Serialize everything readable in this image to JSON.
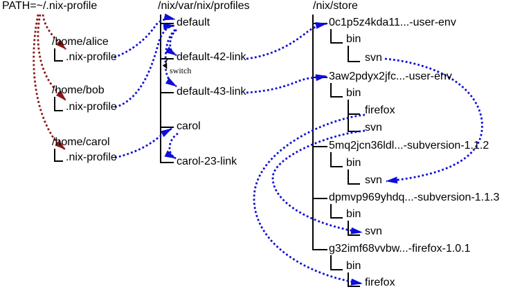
{
  "path_label": "PATH=~/.nix-profile",
  "profiles_root": "/nix/var/nix/profiles",
  "store_root": "/nix/store",
  "homes": [
    {
      "dir": "/home/alice",
      "link": ".nix-profile"
    },
    {
      "dir": "/home/bob",
      "link": ".nix-profile"
    },
    {
      "dir": "/home/carol",
      "link": ".nix-profile"
    }
  ],
  "profiles": [
    "default",
    "default-42-link",
    "default-43-link",
    "carol",
    "carol-23-link"
  ],
  "switch_label": "switch",
  "store": [
    {
      "name": "0c1p5z4kda11...-user-env",
      "bin": "bin",
      "leaves": [
        "svn"
      ]
    },
    {
      "name": "3aw2pdyx2jfc...-user-env",
      "bin": "bin",
      "leaves": [
        "firefox",
        "svn"
      ]
    },
    {
      "name": "5mq2jcn36ldl...-subversion-1.1.2",
      "bin": "bin",
      "leaves": [
        "svn"
      ]
    },
    {
      "name": "dpmvp969yhdq...-subversion-1.1.3",
      "bin": "bin",
      "leaves": [
        "svn"
      ]
    },
    {
      "name": "g32imf68vvbw...-firefox-1.0.1",
      "bin": "bin",
      "leaves": [
        "firefox"
      ]
    }
  ],
  "colors": {
    "symlink_arrow": "#0d0dd9",
    "path_arrow": "#8b1515",
    "tree_lines": "#000000"
  }
}
